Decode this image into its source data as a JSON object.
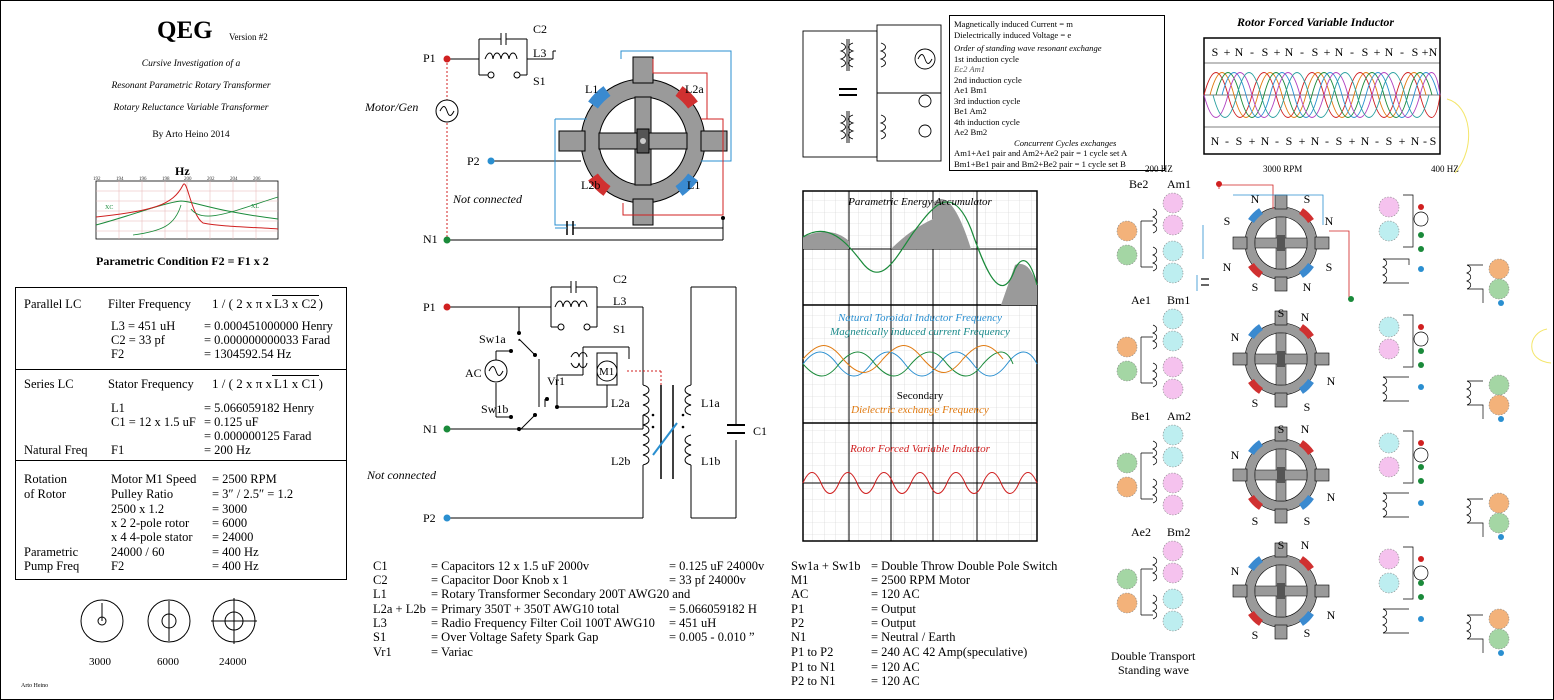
{
  "header": {
    "title": "QEG",
    "version": "Version #2",
    "subtitle_lines": [
      "Cursive Investigation of a",
      "Resonant Parametric Rotary Transformer",
      "Rotary Reluctance Variable Transformer"
    ],
    "author": "By Arto Heino 2014"
  },
  "resonance_graph": {
    "unit_label": "Hz",
    "ticks": [
      "192",
      "194",
      "196",
      "198",
      "200",
      "202",
      "204",
      "206"
    ],
    "xc_label": "XC",
    "xl_label": "XL",
    "caption": "Parametric Condition F2 = F1 x 2"
  },
  "formulas": {
    "parallel": {
      "label": "Parallel LC",
      "name": "Filter Frequency",
      "formula_prefix": "1 / ( 2 x π x",
      "formula_root": "L3 x C2",
      "formula_suffix": ")",
      "lines": [
        {
          "left": "L3 = 451 uH",
          "right": "= 0.000451000000 Henry"
        },
        {
          "left": "C2 = 33 pf",
          "right": "= 0.000000000033 Farad"
        },
        {
          "left": "F2",
          "right": "= 1304592.54 Hz"
        }
      ]
    },
    "series": {
      "label": "Series LC",
      "name": "Stator Frequency",
      "formula_prefix": "1 / ( 2 x π x",
      "formula_root": "L1 x C1",
      "formula_suffix": ")",
      "lines": [
        {
          "left": "L1",
          "right": "= 5.066059182 Henry"
        },
        {
          "left": "C1 = 12 x 1.5 uF",
          "right": "= 0.125 uF"
        },
        {
          "left": "",
          "right": "= 0.000000125 Farad"
        },
        {
          "left": "F1",
          "right": "= 200 Hz"
        }
      ],
      "natural_label": "Natural Freq"
    },
    "rotation": {
      "label1": "Rotation",
      "label2": "of Rotor",
      "label3": "Parametric",
      "label4": "Pump Freq",
      "lines": [
        {
          "left": "Motor M1 Speed",
          "right": "= 2500 RPM"
        },
        {
          "left": "Pulley Ratio",
          "right": "= 3″ / 2.5″   = 1.2"
        },
        {
          "left": "2500 x 1.2",
          "right": "= 3000"
        },
        {
          "left": "x 2  2-pole rotor",
          "right": "= 6000"
        },
        {
          "left": "x 4  4-pole stator",
          "right": "= 24000"
        },
        {
          "left": "24000 / 60",
          "right": "= 400 Hz"
        },
        {
          "left": "F2",
          "right": "= 400 Hz"
        }
      ]
    }
  },
  "pulleys": [
    "3000",
    "6000",
    "24000"
  ],
  "footer_author": "Arto Heino",
  "circuit_top": {
    "labels": {
      "p1": "P1",
      "p2": "P2",
      "n1": "N1",
      "c2": "C2",
      "l3": "L3",
      "s1": "S1",
      "motor": "Motor/Gen",
      "l1a": "L1",
      "l2a": "L2a",
      "l2b": "L2b",
      "l1b": "L1",
      "not_connected": "Not connected"
    }
  },
  "circuit_bottom": {
    "labels": {
      "p1": "P1",
      "p2": "P2",
      "n1": "N1",
      "c2": "C2",
      "l3": "L3",
      "s1": "S1",
      "sw1a": "Sw1a",
      "sw1b": "Sw1b",
      "ac": "AC",
      "vr1": "Vr1",
      "m1": "M1",
      "l2a": "L2a",
      "l2b": "L2b",
      "l1a": "L1a",
      "l1b": "L1b",
      "c1": "C1",
      "not_connected": "Not connected"
    }
  },
  "components_legend": [
    {
      "key": "C1",
      "desc": "= Capacitors 12 x 1.5 uF 2000v",
      "value": "=  0.125 uF 24000v"
    },
    {
      "key": "C2",
      "desc": "= Capacitor   Door Knob  x 1",
      "value": "= 33 pf 24000v"
    },
    {
      "key": "L1",
      "desc": "= Rotary Transformer Secondary 200T AWG20 and",
      "value": ""
    },
    {
      "key": "L2a + L2b",
      "desc": "= Primary 350T + 350T AWG10  total",
      "value": "=  5.066059182 H"
    },
    {
      "key": "L3",
      "desc": "= Radio Frequency Filter Coil 100T AWG10",
      "value": "=  451 uH"
    },
    {
      "key": "S1",
      "desc": "= Over Voltage Safety Spark Gap",
      "value": "= 0.005 - 0.010 ”"
    },
    {
      "key": "Vr1",
      "desc": "= Variac",
      "value": ""
    }
  ],
  "switch_legend": [
    {
      "key": "Sw1a + Sw1b",
      "desc": "= Double Throw Double Pole Switch"
    },
    {
      "key": "M1",
      "desc": "= 2500 RPM  Motor"
    },
    {
      "key": "AC",
      "desc": "= 120 AC"
    },
    {
      "key": "P1",
      "desc": "= Output"
    },
    {
      "key": "P2",
      "desc": "= Output"
    },
    {
      "key": "N1",
      "desc": "= Neutral / Earth"
    },
    {
      "key": "P1 to P2",
      "desc": "= 240 AC 42 Amp(speculative)"
    },
    {
      "key": "P1 to N1",
      "desc": "= 120 AC"
    },
    {
      "key": "P2 to N1",
      "desc": "= 120 AC"
    }
  ],
  "cycle_notes": {
    "line1": "Magnetically induced Current  = m",
    "line2": "Dielectrically induced Voltage = e",
    "heading": "Order of standing wave resonant exchange",
    "items": [
      "1st induction cycle",
      "Ec2        Am1",
      "2nd induction cycle",
      "Ae1        Bm1",
      "3rd induction cycle",
      "Be1        Am2",
      "4th induction cycle",
      "Ae2        Bm2"
    ],
    "concurrent_heading": "Concurrent Cycles exchanges",
    "concurrent_1": "Am1+Ae1 pair and Am2+Ae2 pair = 1 cycle set A",
    "concurrent_2": "Bm1+Be1  pair and Bm2+Be2  pair = 1 cycle set B"
  },
  "wave_panel": {
    "title_1": "Parametric Energy Accumulator",
    "title_2a": "Natural Toroidal Inductor Frequency",
    "title_2b": "Magnetically induced current Frequency",
    "title_3a": "Secondary",
    "title_3b": "Dielectric exchange Frequency",
    "title_4": "Rotor Forced Variable Inductor"
  },
  "rotor_panel": {
    "title": "Rotor Forced Variable Inductor",
    "top_row": [
      "S",
      "+",
      "N",
      "-",
      "S",
      "+",
      "N",
      "-",
      "S",
      "+",
      "N",
      "-",
      "S",
      "+",
      "N",
      "-",
      "S",
      "+",
      "N"
    ],
    "bottom_row": [
      "N",
      "-",
      "S",
      "+",
      "N",
      "-",
      "S",
      "+",
      "N",
      "-",
      "S",
      "+",
      "N",
      "-",
      "S",
      "+",
      "N",
      "-",
      "S"
    ],
    "freq_left": "200 HZ",
    "freq_mid": "3000 RPM",
    "freq_right": "400 HZ"
  },
  "stages": [
    {
      "left": "Be2",
      "right": "Am1"
    },
    {
      "left": "Ae1",
      "right": "Bm1"
    },
    {
      "left": "Be1",
      "right": "Am2"
    },
    {
      "left": "Ae2",
      "right": "Bm2"
    }
  ],
  "caption_bottom": [
    "Double Transport",
    "Standing wave"
  ],
  "colors": {
    "red": "#d02020",
    "blue": "#2a8fd0",
    "green": "#1a8a3a",
    "orange": "#e07a10",
    "teal": "#2aa0a0",
    "gray": "#9a9a9a",
    "coil_blue": "#3a8ad0",
    "coil_red": "#d03030"
  }
}
